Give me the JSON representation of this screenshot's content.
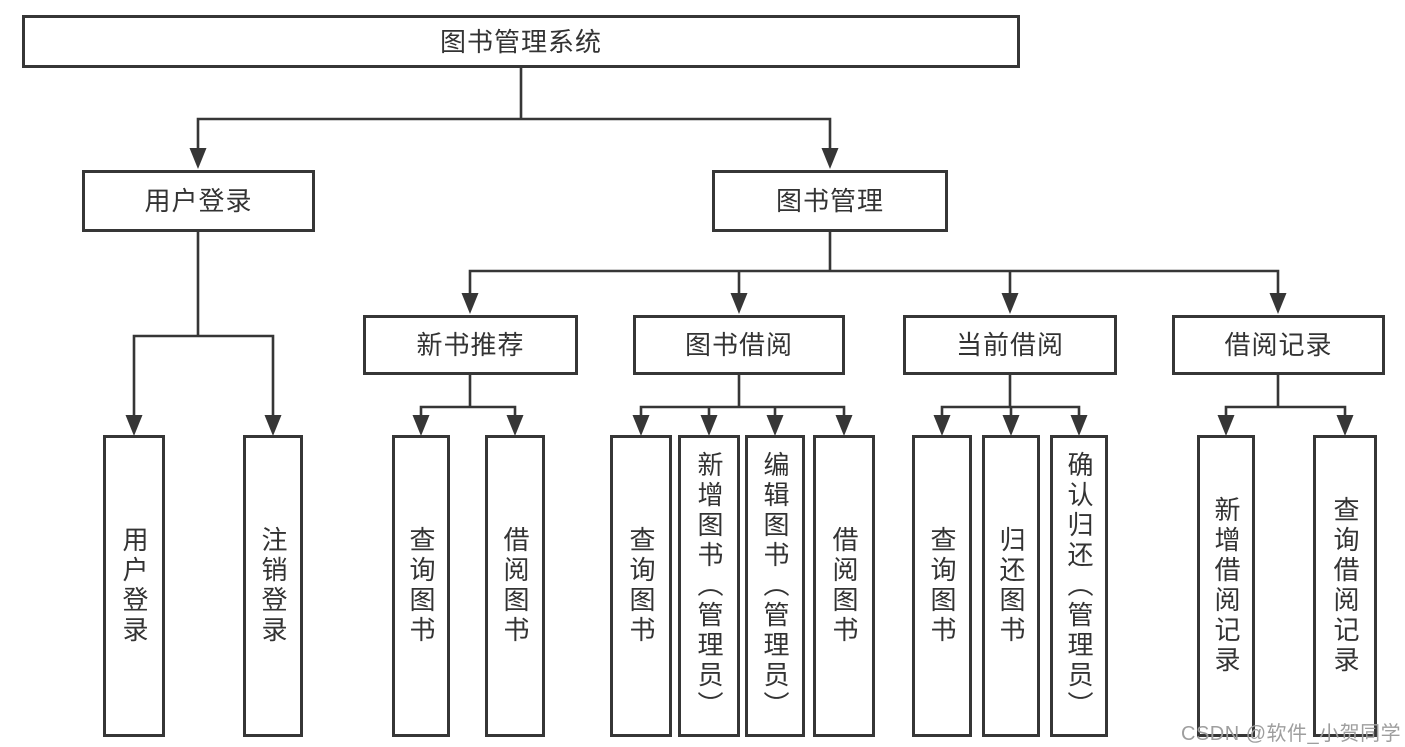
{
  "tree": {
    "root": {
      "label": "图书管理系统"
    },
    "user_login": {
      "label": "用户登录",
      "leaves": [
        "用户登录",
        "注销登录"
      ]
    },
    "book_management": {
      "label": "图书管理",
      "new_books": {
        "label": "新书推荐",
        "leaves": [
          "查询图书",
          "借阅图书"
        ]
      },
      "borrowing": {
        "label": "图书借阅",
        "leaves": [
          "查询图书",
          "新增图书（管理员）",
          "编辑图书（管理员）",
          "借阅图书"
        ]
      },
      "current": {
        "label": "当前借阅",
        "leaves": [
          "查询图书",
          "归还图书",
          "确认归还（管理员）"
        ]
      },
      "records": {
        "label": "借阅记录",
        "leaves": [
          "新增借阅记录",
          "查询借阅记录"
        ]
      }
    }
  },
  "watermark": {
    "text": "CSDN @软件_小贺同学",
    "color": "#9e9e9e"
  },
  "colors": {
    "border": "#363636",
    "line": "#363636",
    "text": "#333333",
    "background": "#ffffff"
  }
}
